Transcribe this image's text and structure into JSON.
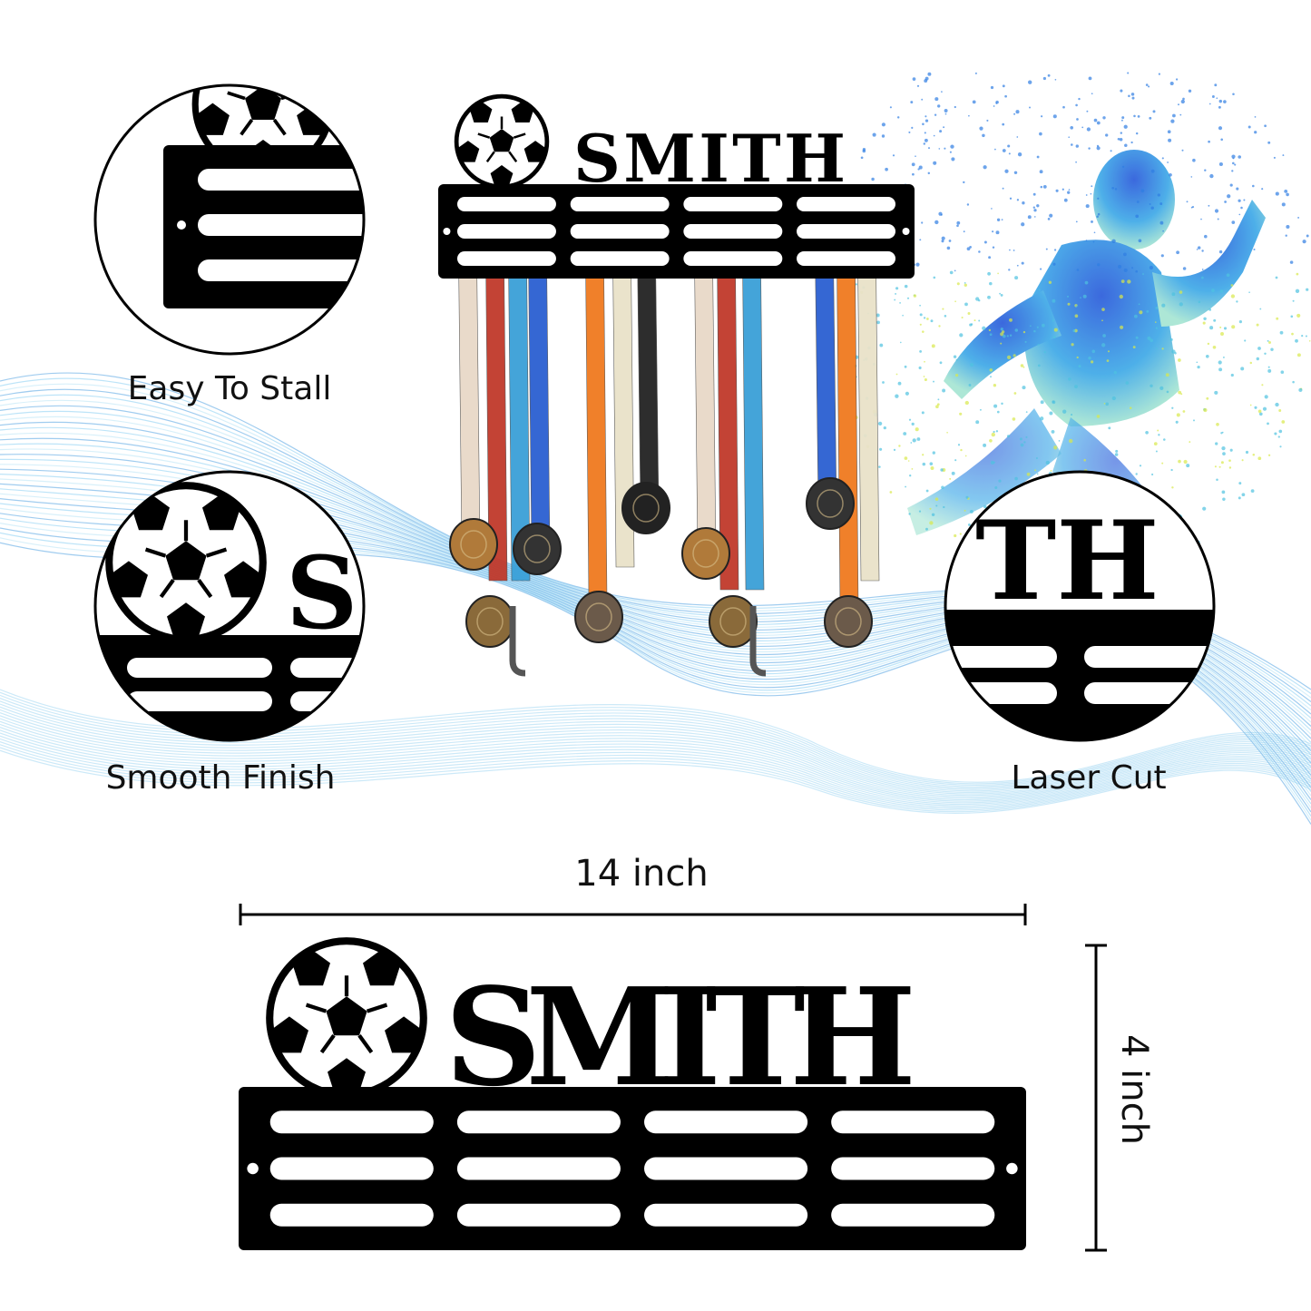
{
  "product": {
    "name_text": "SMITH",
    "colors": {
      "metal": "#000000",
      "background": "#ffffff",
      "wave_blue": "#4fb3e8",
      "runner_blue": "#1f6fe0",
      "ribbon_orange": "#f07a1f",
      "ribbon_blue": "#2b5fd1",
      "medal_bronze": "#8a6a3a"
    }
  },
  "detail_circles": {
    "easy_to_stall": {
      "caption": "Easy To Stall"
    },
    "smooth_finish": {
      "caption": "Smooth Finish",
      "letter": "S"
    },
    "laser_cut": {
      "caption": "Laser Cut",
      "letters": "TH"
    }
  },
  "dimensions": {
    "width_label": "14 inch",
    "height_label": "4 inch"
  },
  "icons": {
    "ball": "soccer-ball-icon",
    "runner": "running-athlete-illustration"
  }
}
